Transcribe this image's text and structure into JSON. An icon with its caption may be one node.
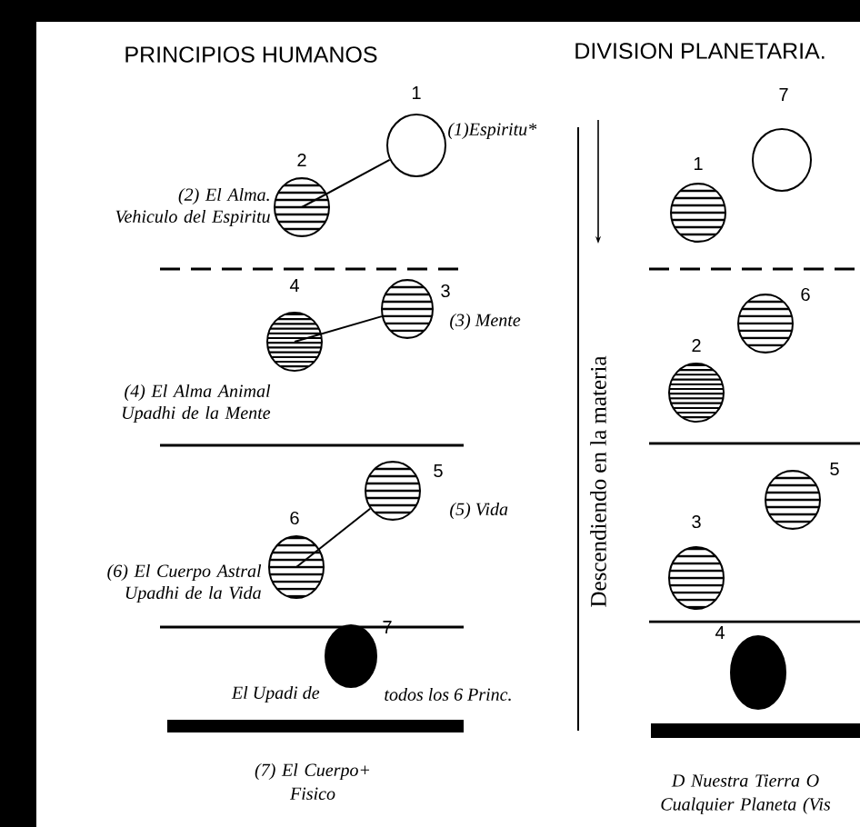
{
  "diagram": {
    "nodes": [
      {
        "text": [],
        "shape": "circle",
        "beside": [
          "1",
          "(1)Espiritu*"
        ]
      },
      {
        "text": [],
        "shape": "circle",
        "beside": [
          "2",
          "(2) El Alma. Vehiculo del Espiritu"
        ]
      },
      {
        "text": [],
        "shape": "circle",
        "beside": [
          "3",
          "(3) Mente"
        ]
      },
      {
        "text": [],
        "shape": "circle",
        "beside": [
          "4",
          "(4) El Alma Animal Upadhi de la Mente"
        ]
      },
      {
        "text": [],
        "shape": "circle",
        "beside": [
          "5",
          "(5) Vida"
        ]
      },
      {
        "text": [],
        "shape": "circle",
        "beside": [
          "6",
          "(6) El Cuerpo Astral Upadhi de la Vida"
        ]
      },
      {
        "text": [],
        "shape": "circle",
        "beside": [
          "7",
          "El Upadi de",
          "todos los 6 Princ."
        ]
      },
      {
        "text": [],
        "shape": "circle",
        "beside": [
          "7"
        ]
      },
      {
        "text": [],
        "shape": "circle",
        "beside": [
          "1"
        ]
      },
      {
        "text": [],
        "shape": "circle",
        "beside": [
          "6"
        ]
      },
      {
        "text": [],
        "shape": "circle",
        "beside": [
          "2"
        ]
      },
      {
        "text": [],
        "shape": "circle",
        "beside": [
          "5"
        ]
      },
      {
        "text": [],
        "shape": "circle",
        "beside": [
          "3"
        ]
      },
      {
        "text": [],
        "shape": "circle",
        "beside": [
          "4"
        ]
      }
    ],
    "edges": [
      {
        "from": 1,
        "to": 0,
        "arrow": "none"
      },
      {
        "from": 3,
        "to": 2,
        "arrow": "none"
      },
      {
        "from": 5,
        "to": 4,
        "arrow": "none"
      }
    ],
    "labels": [
      "PRINCIPIOS HUMANOS",
      "DIVISION PLANETARIA.",
      "Descendiendo en la materia",
      "(7) El Cuerpo+ Fisico",
      "D Nuestra Tierra O Cualquier Planeta (Vis"
    ]
  }
}
